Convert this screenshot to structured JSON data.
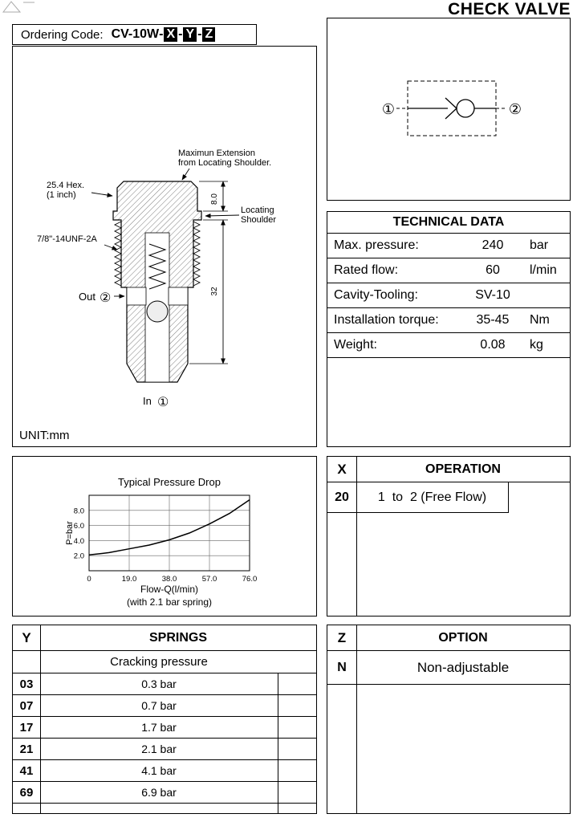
{
  "page_title": "CHECK VALVE",
  "ordering": {
    "label": "Ordering Code:",
    "prefix": "CV-10W",
    "sep": "-",
    "part_x": "X",
    "part_y": "Y",
    "part_z": "Z"
  },
  "drawing": {
    "note_line1": "Maximun Extension",
    "note_line2": "from Locating Shoulder.",
    "hex_label": "25.4 Hex.",
    "hex_label_sub": "(1 inch)",
    "thread_label": "7/8\"-14UNF-2A",
    "shoulder_label_line1": "Locating",
    "shoulder_label_line2": "Shoulder",
    "dim_extension": "8.0",
    "dim_length": "32",
    "out_label": "Out",
    "out_port": "②",
    "in_label": "In",
    "in_port": "①",
    "unit_note": "UNIT:mm"
  },
  "schematic": {
    "port_left": "①",
    "port_right": "②"
  },
  "technical_data": {
    "title": "TECHNICAL DATA",
    "rows": [
      {
        "label": "Max. pressure:",
        "value": "240",
        "unit": "bar"
      },
      {
        "label": "Rated flow:",
        "value": "60",
        "unit": "l/min"
      },
      {
        "label": "Cavity-Tooling:",
        "value": "SV-10",
        "unit": ""
      },
      {
        "label": "Installation torque:",
        "value": "35-45",
        "unit": "Nm"
      },
      {
        "label": "Weight:",
        "value": "0.08",
        "unit": "kg"
      }
    ]
  },
  "chart_data": {
    "type": "line",
    "title": "Typical Pressure Drop",
    "xlabel": "Flow-Q(l/min)",
    "ylabel": "P=bar",
    "annotation": "(with 2.1 bar spring)",
    "xlim": [
      0,
      76
    ],
    "ylim": [
      0,
      10
    ],
    "grid": true,
    "legend": false,
    "x_ticks": [
      {
        "value": 0,
        "label": "0"
      },
      {
        "value": 19,
        "label": "19.0"
      },
      {
        "value": 38,
        "label": "38.0"
      },
      {
        "value": 57,
        "label": "57.0"
      },
      {
        "value": 76,
        "label": "76.0"
      }
    ],
    "y_ticks": [
      {
        "value": 2,
        "label": "2.0"
      },
      {
        "value": 4,
        "label": "4.0"
      },
      {
        "value": 6,
        "label": "6.0"
      },
      {
        "value": 8,
        "label": "8.0"
      }
    ],
    "x": [
      0,
      9.5,
      19,
      28.5,
      38,
      47.5,
      57,
      66.5,
      76
    ],
    "y": [
      2.1,
      2.4,
      2.9,
      3.4,
      4.1,
      5.0,
      6.2,
      7.6,
      9.4
    ]
  },
  "operation_table": {
    "code_header": "X",
    "title": "OPERATION",
    "rows": [
      {
        "code": "20",
        "description": "1  to  2 (Free Flow)"
      }
    ]
  },
  "springs_table": {
    "code_header": "Y",
    "title": "SPRINGS",
    "subtitle": "Cracking pressure",
    "rows": [
      {
        "code": "03",
        "value": "0.3 bar"
      },
      {
        "code": "07",
        "value": "0.7 bar"
      },
      {
        "code": "17",
        "value": "1.7 bar"
      },
      {
        "code": "21",
        "value": "2.1 bar"
      },
      {
        "code": "41",
        "value": "4.1 bar"
      },
      {
        "code": "69",
        "value": "6.9 bar"
      }
    ]
  },
  "option_table": {
    "code_header": "Z",
    "title": "OPTION",
    "rows": [
      {
        "code": "N",
        "description": "Non-adjustable"
      }
    ]
  }
}
